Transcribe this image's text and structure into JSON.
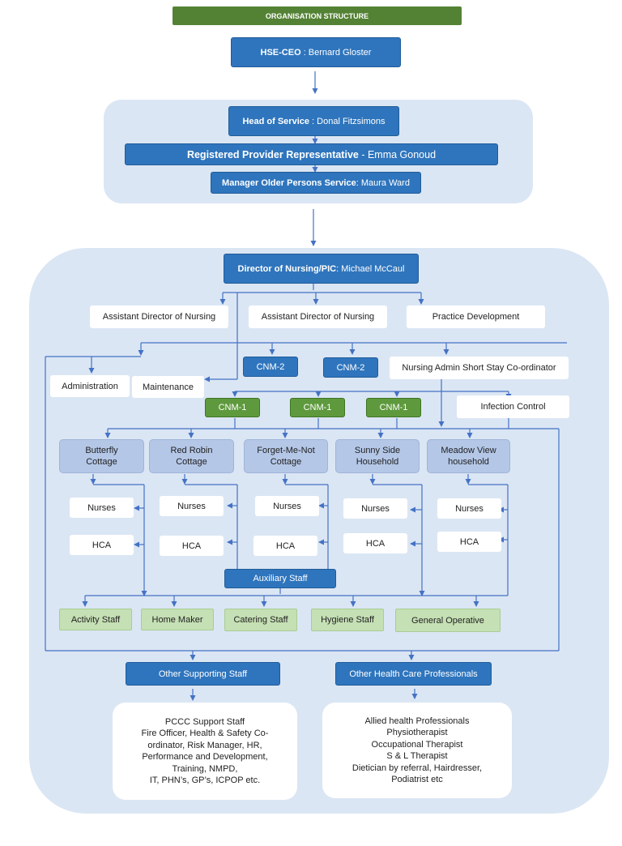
{
  "title": "ORGANISATION STRUCTURE",
  "ceo": {
    "role": "HSE-CEO",
    "name": " : Bernard Gloster"
  },
  "head_of_service": {
    "role": "Head of Service",
    "name": " : Donal Fitzsimons"
  },
  "registered_provider": {
    "role": "Registered Provider Representative",
    "name": " - Emma Gonoud"
  },
  "manager_older_persons": {
    "role": "Manager Older Persons  Service",
    "name": ": Maura Ward"
  },
  "director_nursing": {
    "role": "Director of Nursing/PIC",
    "name": ": Michael McCaul"
  },
  "adn_1": "Assistant Director of Nursing",
  "adn_2": "Assistant Director of Nursing",
  "practice_development": "Practice Development",
  "administration": "Administration",
  "maintenance": "Maintenance",
  "cnm2_a": "CNM-2",
  "cnm2_b": "CNM-2",
  "nursing_admin": "Nursing Admin Short Stay Co-ordinator",
  "cnm1_a": "CNM-1",
  "cnm1_b": "CNM-1",
  "cnm1_c": "CNM-1",
  "infection_control": "Infection Control",
  "units": [
    {
      "l1": "Butterfly",
      "l2": "Cottage",
      "nurses": "Nurses",
      "hca": "HCA"
    },
    {
      "l1": "Red Robin",
      "l2": "Cottage",
      "nurses": "Nurses",
      "hca": "HCA"
    },
    {
      "l1": "Forget-Me-Not",
      "l2": "Cottage",
      "nurses": "Nurses",
      "hca": "HCA"
    },
    {
      "l1": "Sunny Side",
      "l2": "Household",
      "nurses": "Nurses",
      "hca": "HCA"
    },
    {
      "l1": "Meadow View",
      "l2": "household",
      "nurses": "Nurses",
      "hca": "HCA"
    }
  ],
  "auxiliary_staff": "Auxiliary Staff",
  "aux_roles": [
    "Activity Staff",
    "Home Maker",
    "Catering Staff",
    "Hygiene Staff",
    "General Operative"
  ],
  "other_supporting_staff": "Other Supporting Staff",
  "other_hcp": "Other Health Care Professionals",
  "support_list": [
    "PCCC Support Staff",
    "Fire Officer, Health & Safety Co-",
    "ordinator, Risk Manager, HR,",
    "Performance and Development,",
    "Training, NMPD,",
    "IT, PHN’s, GP’s, ICPOP etc."
  ],
  "hcp_list": [
    "Allied health Professionals",
    "Physiotherapist",
    "Occupational Therapist",
    "S & L Therapist",
    "Dietician by referral, Hairdresser,",
    "Podiatrist etc"
  ]
}
